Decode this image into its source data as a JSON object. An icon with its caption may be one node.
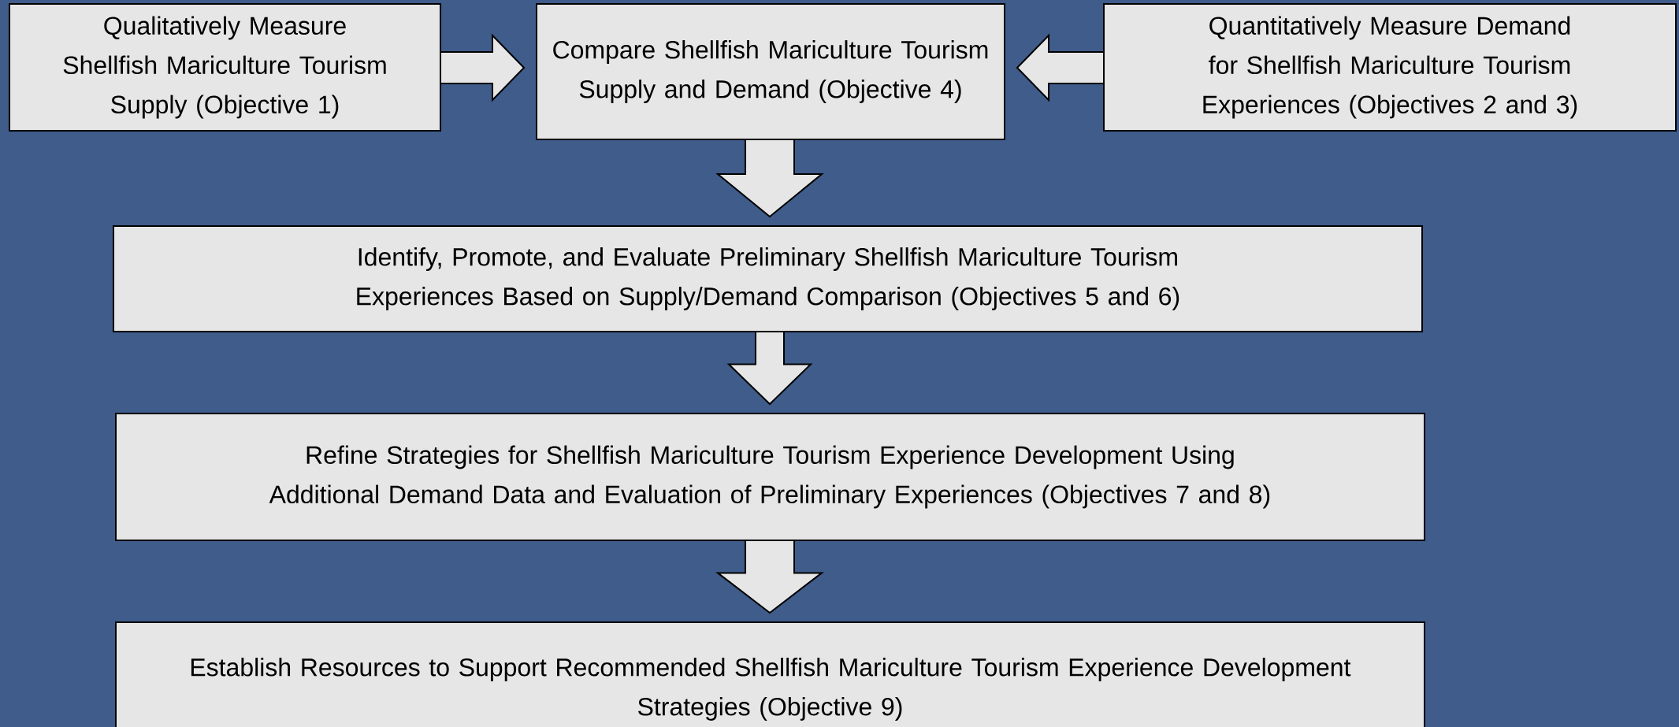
{
  "diagram": {
    "nodes": [
      {
        "text": [
          "Qualitatively Measure Shellfish Mariculture Tourism Supply (Objective 1)"
        ]
      },
      {
        "text": [
          "Compare Shellfish Mariculture Tourism Supply and Demand (Objective 4)"
        ]
      },
      {
        "text": [
          "Quantitatively Measure Demand for Shellfish Mariculture Tourism Experiences (Objectives 2 and 3)"
        ]
      },
      {
        "text": [
          "Identify, Promote, and Evaluate Preliminary Shellfish Mariculture Tourism Experiences Based on Supply/Demand Comparison (Objectives 5 and 6)"
        ]
      },
      {
        "text": [
          "Refine Strategies for Shellfish Mariculture Tourism Experience Development Using Additional Demand Data and Evaluation of Preliminary Experiences (Objectives 7 and 8)"
        ]
      },
      {
        "text": [
          "Establish Resources to Support Recommended Shellfish Mariculture Tourism Experience Development Strategies (Objective 9)"
        ]
      }
    ],
    "edges": [
      {
        "from": 0,
        "to": 1,
        "arrow": "to"
      },
      {
        "from": 2,
        "to": 1,
        "arrow": "to"
      },
      {
        "from": 1,
        "to": 3,
        "arrow": "to"
      },
      {
        "from": 3,
        "to": 4,
        "arrow": "to"
      },
      {
        "from": 4,
        "to": 5,
        "arrow": "to"
      }
    ]
  }
}
